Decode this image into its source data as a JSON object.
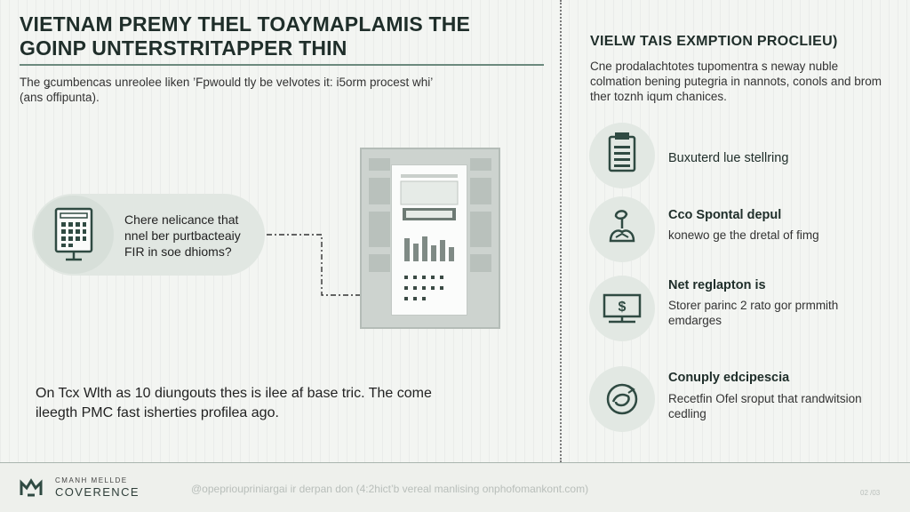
{
  "title": {
    "line1": "VIETNAM PREMY THEL TOAYMAPLAMIS THE",
    "line2": "GOINP UNTERSTRITAPPER THIN"
  },
  "intro": "The ǥcumbencas unreolee liken ’Fpwould tly be velvotes it: i5orm procest whi’ (ans offipunta).",
  "callout": "Chere nelicance that nnel ber purtbacteaiy FIR in soe dhioms?",
  "bottom_note": "On Tcx Wlth as 10 diungouts thes is ilee af base tric. The come ileegth PMC fast isherties profilea ago.",
  "right": {
    "title": "VIELW TAIS EXMPTION PROCLIEU)",
    "description": "Cne prodalachtotes tupomentra s neway nuble colmation bening putegria in nannots, conols and brom ther toznh iqum chanices.",
    "features": [
      {
        "title": "Buxuterd lue stellring",
        "text": "",
        "icon": "document-list-icon"
      },
      {
        "title": "Cco Spontal depul",
        "text": "konewo ge the dretal of fimg",
        "icon": "plant-hand-icon"
      },
      {
        "title": "Net reglapton is",
        "text": "Storer parinc 2 rato gor prmmith emdarges",
        "icon": "money-screen-icon"
      },
      {
        "title": "Conuply edcipescia",
        "text": "Recetfin Ofel sroput that randwitsion cedling",
        "icon": "cycle-hand-icon"
      }
    ]
  },
  "footer": {
    "logo_top": "CMANH MELLDE",
    "logo_main": "COVERENCE",
    "text": "@opeprioupriniargai ir derpan don (4:2hict’b vereal manlising onphofomankont.com)",
    "page": "02 /03"
  },
  "colors": {
    "accent": "#2f4a42",
    "background": "#f3f5f2",
    "circle": "#e2e8e3"
  }
}
